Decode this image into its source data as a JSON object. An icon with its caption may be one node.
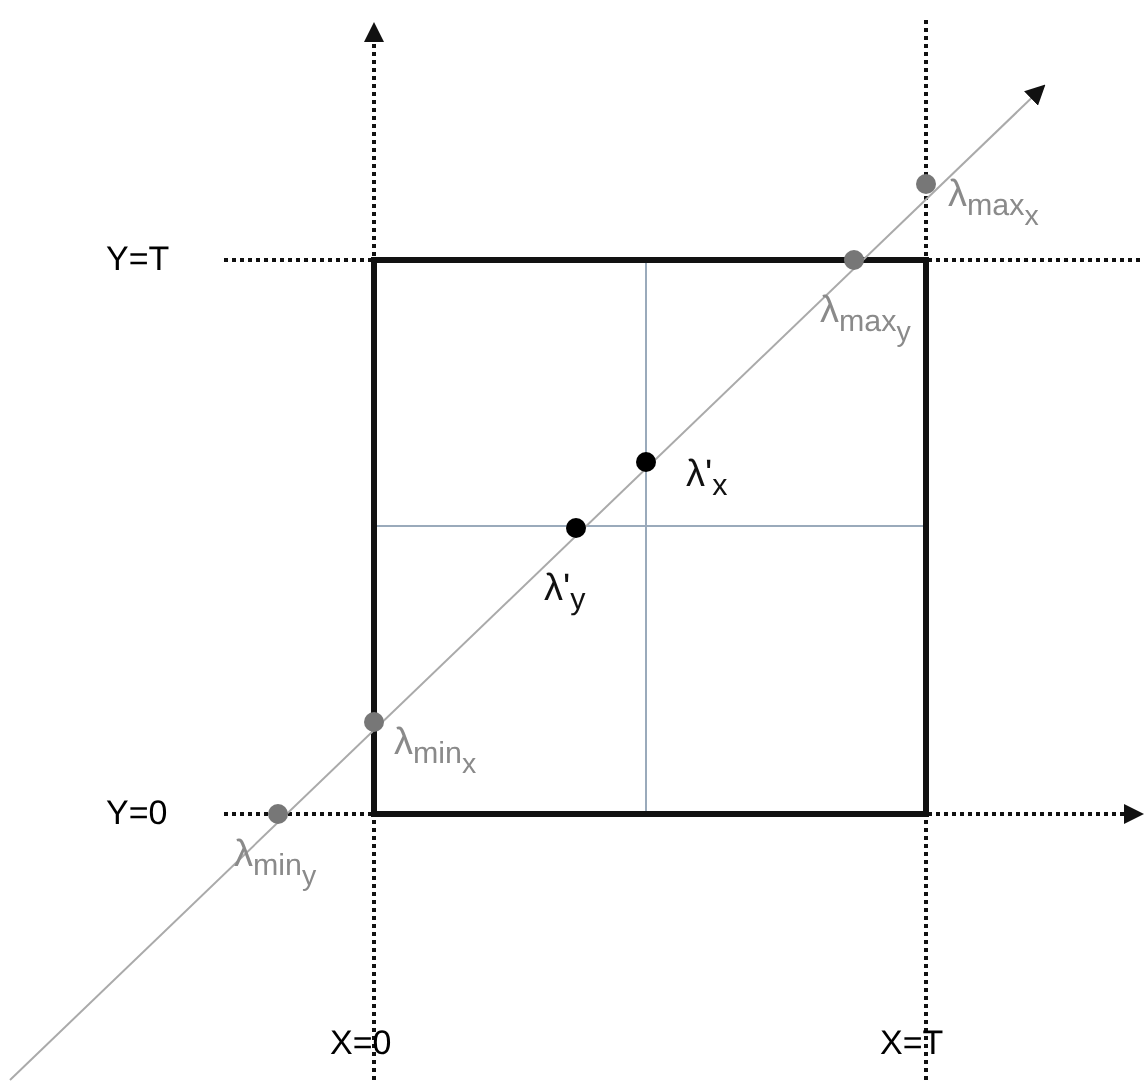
{
  "diagram": {
    "labels": [
      "Y=T",
      "λ$_{max}$$_{x}$",
      "λ$_{max}$$_{y}$",
      "λ'$_{x}$",
      "λ'$_{y}$",
      "λ$_{min}$$_{x}$",
      "Y=0",
      "λ$_{min}$$_{y}$",
      "X=0",
      "X=T"
    ]
  }
}
